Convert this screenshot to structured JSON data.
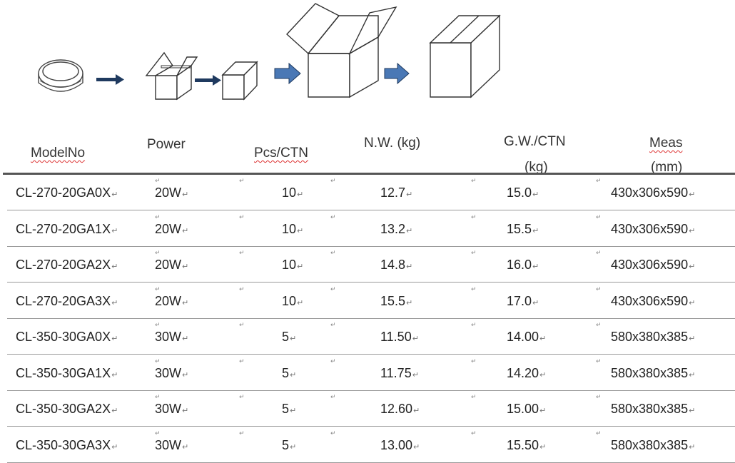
{
  "headers": {
    "model": "ModelNo",
    "power": "Power",
    "pcs": "Pcs/CTN",
    "nw": "N.W. (kg)",
    "gw_line1": "G.W./CTN",
    "gw_line2": "(kg)",
    "meas_line1": "Meas",
    "meas_line2": "(mm)"
  },
  "rows": [
    {
      "model": "CL-270-20GA0X",
      "power": "20W",
      "pcs": "10",
      "nw": "12.7",
      "gw": "15.0",
      "meas": "430x306x590"
    },
    {
      "model": "CL-270-20GA1X",
      "power": "20W",
      "pcs": "10",
      "nw": "13.2",
      "gw": "15.5",
      "meas": "430x306x590"
    },
    {
      "model": "CL-270-20GA2X",
      "power": "20W",
      "pcs": "10",
      "nw": "14.8",
      "gw": "16.0",
      "meas": "430x306x590"
    },
    {
      "model": "CL-270-20GA3X",
      "power": "20W",
      "pcs": "10",
      "nw": "15.5",
      "gw": "17.0",
      "meas": "430x306x590"
    },
    {
      "model": "CL-350-30GA0X",
      "power": "30W",
      "pcs": "5",
      "nw": "11.50",
      "gw": "14.00",
      "meas": "580x380x385"
    },
    {
      "model": "CL-350-30GA1X",
      "power": "30W",
      "pcs": "5",
      "nw": "11.75",
      "gw": "14.20",
      "meas": "580x380x385"
    },
    {
      "model": "CL-350-30GA2X",
      "power": "30W",
      "pcs": "5",
      "nw": "12.60",
      "gw": "15.00",
      "meas": "580x380x385"
    },
    {
      "model": "CL-350-30GA3X",
      "power": "30W",
      "pcs": "5",
      "nw": "13.00",
      "gw": "15.50",
      "meas": "580x380x385"
    }
  ],
  "colors": {
    "arrow_dark": "#1f3a5f",
    "arrow_blue": "#4a78b5",
    "rule": "#555555"
  },
  "icons": [
    "product-light-icon",
    "inner-box-open-icon",
    "inner-box-closed-icon",
    "master-carton-open-icon",
    "master-carton-closed-icon"
  ]
}
